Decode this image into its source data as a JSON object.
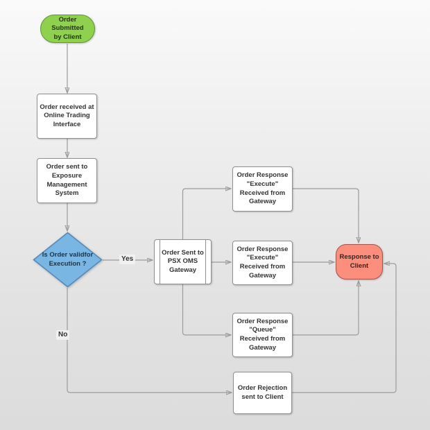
{
  "nodes": {
    "start": {
      "label": "Order Submitted\nby Client",
      "shape": "terminator",
      "fill": "#8fd14f"
    },
    "received": {
      "label": "Order received at\nOnline Trading\nInterface",
      "shape": "process",
      "fill": "#ffffff"
    },
    "exposure": {
      "label": "Order sent to\nExposure\nManagement\nSystem",
      "shape": "process",
      "fill": "#ffffff"
    },
    "decision": {
      "label": "Is Order validfor\nExecution ?",
      "shape": "decision",
      "fill": "#79b6e3"
    },
    "gateway": {
      "label": "Order Sent to\nPSX OMS\nGateway",
      "shape": "predefined-process",
      "fill": "#ffffff"
    },
    "response_execute_top": {
      "label": "Order Response\n\"Execute\"\nReceived from\nGateway",
      "shape": "process",
      "fill": "#ffffff"
    },
    "response_execute_mid": {
      "label": "Order Response\n\"Execute\"\nReceived from\nGateway",
      "shape": "process",
      "fill": "#ffffff"
    },
    "response_queue": {
      "label": "Order Response\n\"Queue\"\nReceived from\nGateway",
      "shape": "process",
      "fill": "#ffffff"
    },
    "response_client": {
      "label": "Response to\nClient",
      "shape": "terminator",
      "fill": "#fb8e7c"
    },
    "rejection": {
      "label": "Order Rejection\nsent to Client",
      "shape": "process",
      "fill": "#ffffff"
    }
  },
  "edge_labels": {
    "yes": "Yes",
    "no": "No"
  },
  "colors": {
    "start_fill": "#8fd14f",
    "start_border": "#5e9732",
    "decision_fill": "#79b6e3",
    "decision_border": "#5089ba",
    "end_fill": "#fb8e7c",
    "end_border": "#a5544a",
    "box_fill": "#ffffff",
    "box_border": "#8f8f8f",
    "connector": "#9b9b9b",
    "text": "#333333"
  }
}
